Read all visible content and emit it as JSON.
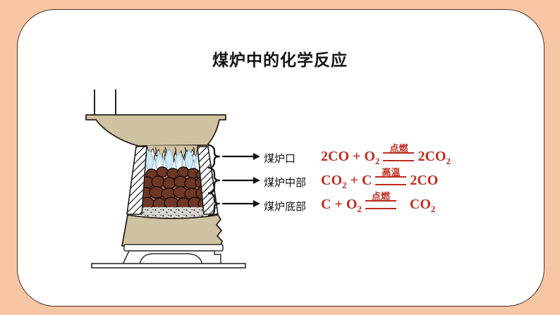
{
  "title": "煤炉中的化学反应",
  "diagram": {
    "labels": [
      {
        "label": "煤炉口"
      },
      {
        "label": "煤炉中部"
      },
      {
        "label": "煤炉底部"
      }
    ]
  },
  "equations": [
    {
      "lhs": "2CO + O",
      "lhs_sub": "2",
      "lhs_tail": "",
      "condition": "点燃",
      "rhs": "2CO",
      "rhs_sub": "2"
    },
    {
      "lhs": "CO",
      "lhs_sub": "2",
      "lhs_tail": " + C",
      "condition": "高温",
      "rhs": "2CO",
      "rhs_sub": ""
    },
    {
      "lhs": "C + O",
      "lhs_sub": "2",
      "lhs_tail": "",
      "condition": "点燃",
      "rhs": "CO",
      "rhs_sub": "2"
    }
  ],
  "colors": {
    "background_peach": "#f6c5a4",
    "panel_white": "#ffffff",
    "equation_red": "#bd2c20",
    "stove_tan": "#cfc2a2",
    "coal_brown": "#6e3726",
    "coal_gap": "#b26950",
    "flame_blue": "#cfe9f5",
    "ash_gray": "#d9d6d1",
    "text_black": "#141414"
  }
}
